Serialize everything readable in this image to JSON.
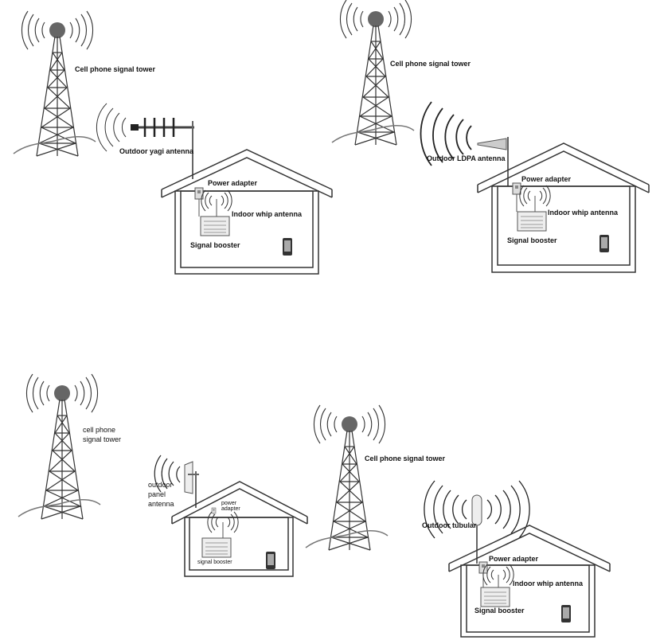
{
  "colors": {
    "stroke": "#444444",
    "dark": "#333333",
    "light": "#cccccc",
    "bg": "#ffffff"
  },
  "panels": [
    {
      "id": "yagi",
      "tower_label": "Cell phone signal tower",
      "outdoor_label": "Outdoor yagi antenna",
      "adapter_label": "Power adapter",
      "whip_label": "Indoor whip antenna",
      "booster_label": "Signal booster"
    },
    {
      "id": "ldpa",
      "tower_label": "Cell phone signal tower",
      "outdoor_label": "Outdoor LDPA antenna",
      "adapter_label": "Power adapter",
      "whip_label": "Indoor whip antenna",
      "booster_label": "Signal booster"
    },
    {
      "id": "panel",
      "tower_label_1": "cell phone",
      "tower_label_2": "signal tower",
      "outdoor_label_1": "outdoor",
      "outdoor_label_2": "panel",
      "outdoor_label_3": "antenna",
      "adapter_label_1": "power",
      "adapter_label_2": "adapter",
      "booster_label": "signal booster"
    },
    {
      "id": "tubular",
      "tower_label": "Cell phone signal tower",
      "outdoor_label": "Outdoor tubular",
      "adapter_label": "Power adapter",
      "whip_label": "Indoor whip antenna",
      "booster_label": "Signal booster"
    }
  ]
}
